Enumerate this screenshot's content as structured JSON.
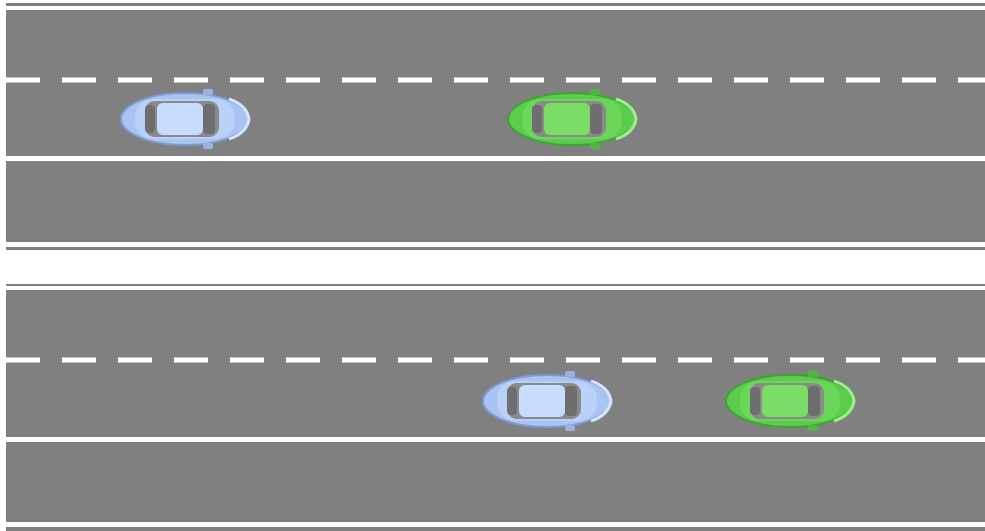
{
  "scene": {
    "colors": {
      "road": "#808080",
      "markings": "#ffffff",
      "background": "#ffffff",
      "blue_car_body": "#a9c4f2",
      "blue_car_glass": "#c8dcff",
      "green_car_body": "#5ccc4c",
      "green_car_glass": "#7bdc66"
    },
    "panels": [
      {
        "name": "top-road",
        "cars": [
          {
            "id": "blue-car",
            "color": "blue",
            "lane": 1
          },
          {
            "id": "green-car",
            "color": "green",
            "lane": 1
          }
        ]
      },
      {
        "name": "bottom-road",
        "cars": [
          {
            "id": "blue-car",
            "color": "blue",
            "lane": 1
          },
          {
            "id": "green-car",
            "color": "green",
            "lane": 1
          }
        ]
      }
    ]
  }
}
